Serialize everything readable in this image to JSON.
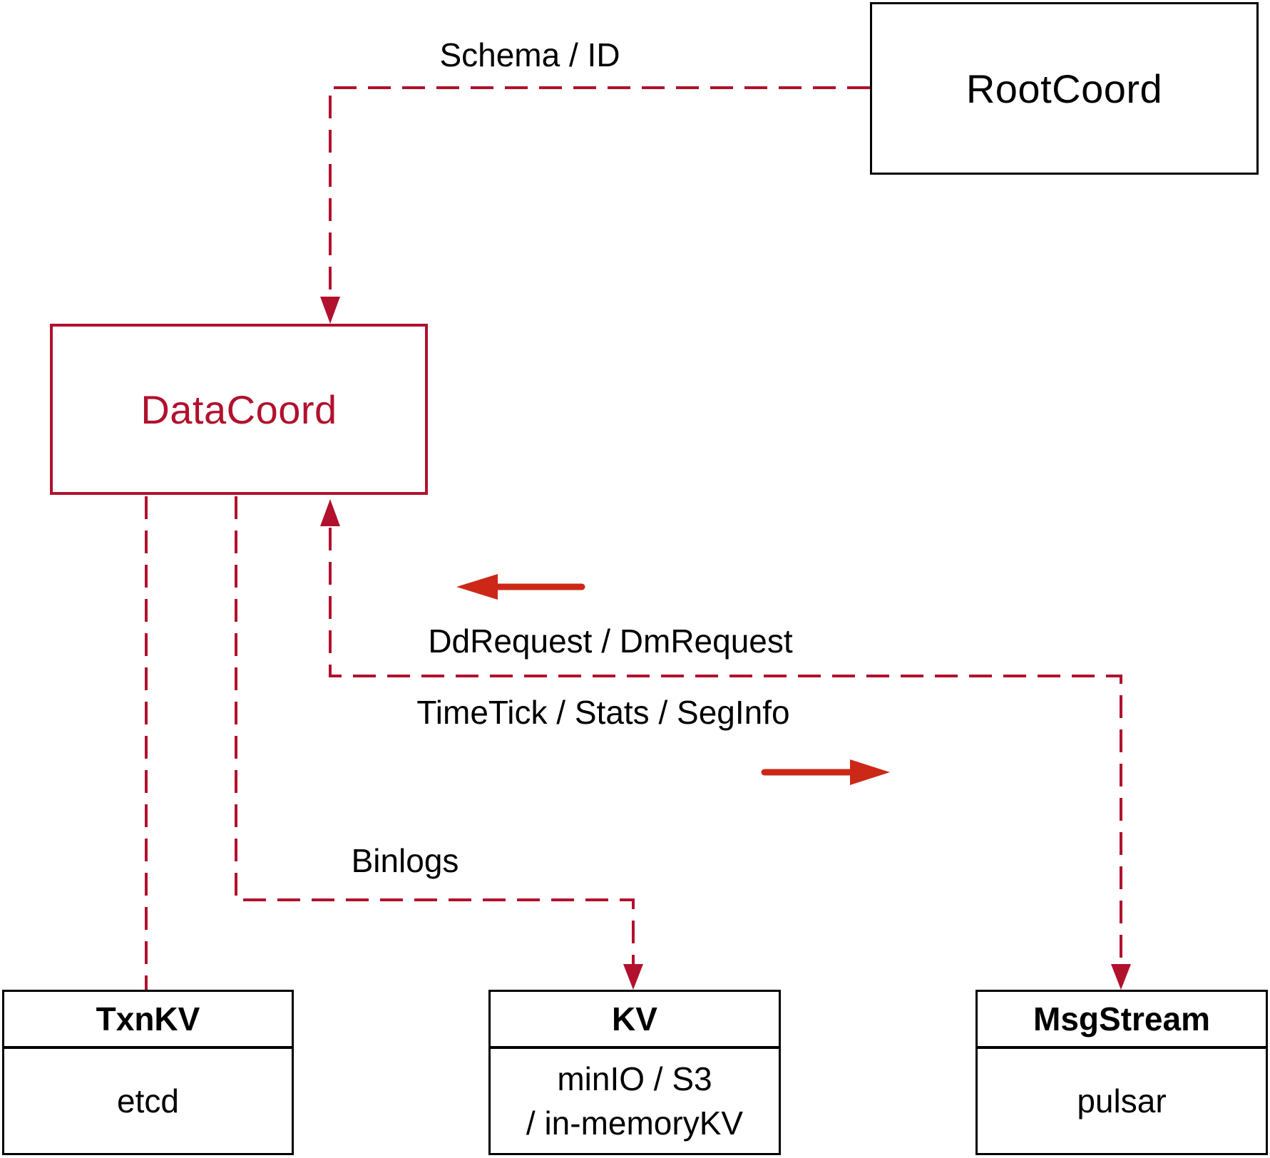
{
  "diagram": {
    "nodes": {
      "rootcoord": {
        "label": "RootCoord"
      },
      "datacoord": {
        "label": "DataCoord"
      },
      "txnkv": {
        "header": "TxnKV",
        "body": "etcd"
      },
      "kv": {
        "header": "KV",
        "body_line_1": "minIO / S3",
        "body_line_2": "/ in-memoryKV"
      },
      "msgstream": {
        "header": "MsgStream",
        "body": "pulsar"
      }
    },
    "edges": {
      "schema_id": {
        "label": "Schema / ID",
        "from": "RootCoord",
        "to": "DataCoord"
      },
      "datacoord_txnkv": {
        "from": "DataCoord",
        "to": "TxnKV"
      },
      "binlogs": {
        "label": "Binlogs",
        "from": "DataCoord",
        "to": "KV"
      },
      "dd_dm_request": {
        "label": "DdRequest / DmRequest",
        "from": "MsgStream",
        "to": "DataCoord"
      },
      "timetick_stats_seginfo": {
        "label": "TimeTick / Stats / SegInfo",
        "from": "DataCoord",
        "to": "MsgStream"
      }
    },
    "colors": {
      "connector": "#b1112d",
      "direction_arrow": "#cc2817",
      "node_border": "#000000",
      "background": "#ffffff"
    }
  }
}
